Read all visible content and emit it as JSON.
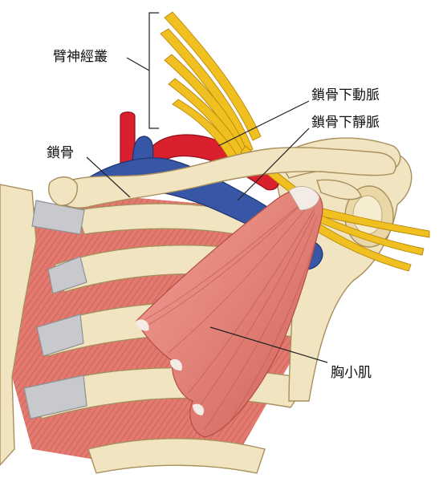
{
  "labels": {
    "brachial_plexus": "臂神經叢",
    "subclavian_artery": "鎖骨下動脈",
    "subclavian_vein": "鎖骨下靜脈",
    "clavicle": "鎖骨",
    "pectoralis_minor": "胸小肌"
  },
  "colors": {
    "bone": "#f1e4c0",
    "bone_outline": "#a88f5c",
    "rib_cartilage": "#c7c9cc",
    "muscle": "#e58a80",
    "muscle_dark": "#c9574f",
    "muscle_light": "#f5b5aa",
    "intercostal": "#dc7066",
    "artery": "#d9202c",
    "vein": "#3856a6",
    "nerve": "#f0c020",
    "nerve_outline": "#b8860b",
    "leader_line": "#222222"
  },
  "icons": {
    "anatomy": "shoulder-anatomy-illustration"
  }
}
